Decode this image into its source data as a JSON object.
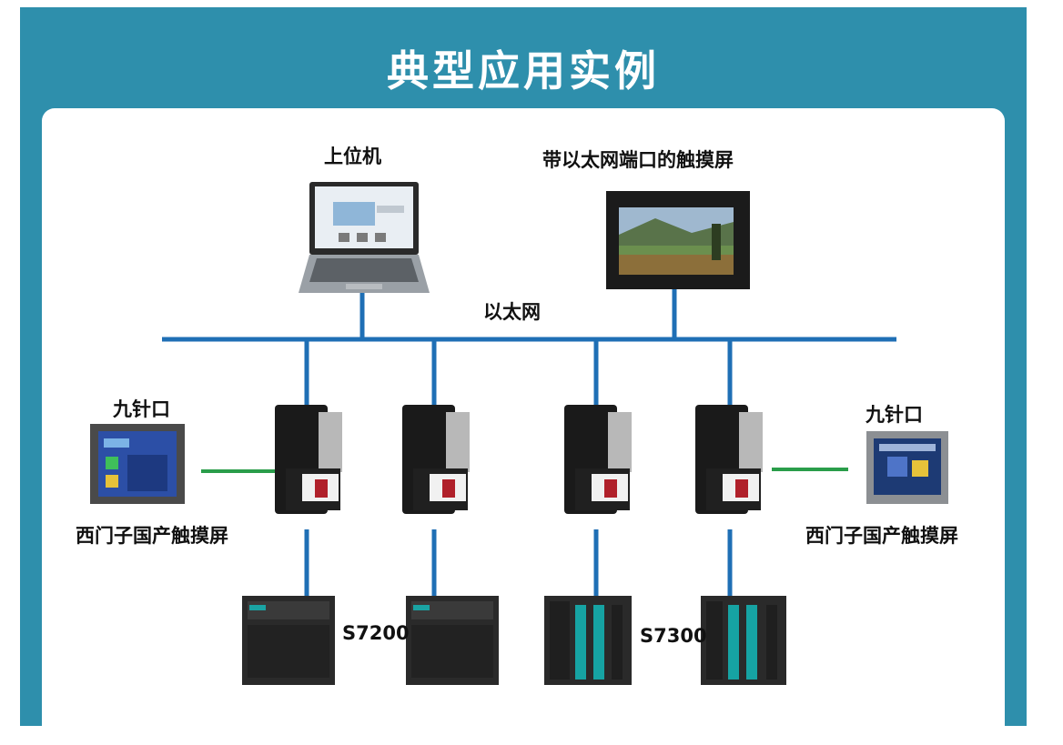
{
  "header": {
    "title": "典型应用实例"
  },
  "labels": {
    "host_pc": "上位机",
    "eth_touchscreen": "带以太网端口的触摸屏",
    "ethernet": "以太网",
    "ninepin_left": "九针口",
    "ninepin_right": "九针口",
    "touchscreen_left": "西门子国产触摸屏",
    "touchscreen_right": "西门子国产触摸屏",
    "s7200": "S7200",
    "s7300": "S7300"
  },
  "colors": {
    "frame": "#2e8fac",
    "bus": "#1f6fb5",
    "serial_link": "#2a9d4a"
  }
}
